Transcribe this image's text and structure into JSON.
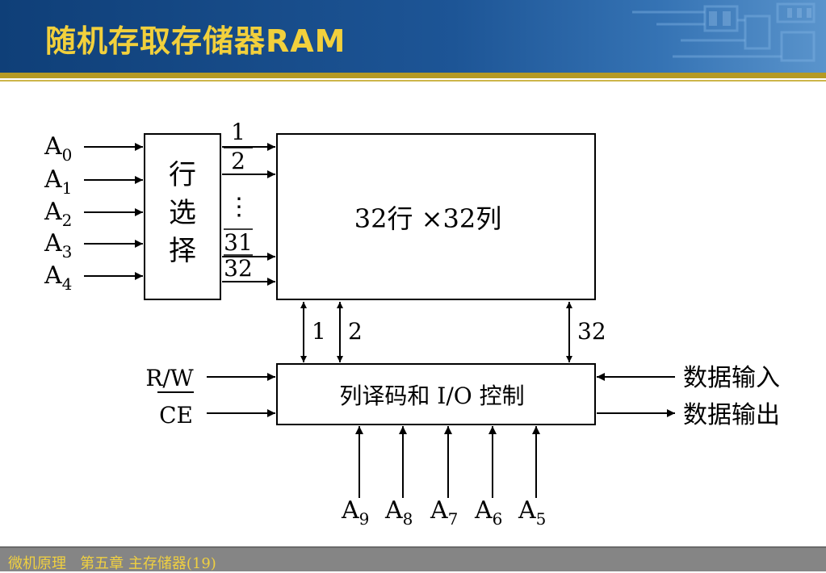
{
  "slide": {
    "title": "随机存取存储器RAM",
    "footer": "微机原理   第五章 主存储器(19)"
  },
  "diagram": {
    "row_address": [
      {
        "base": "A",
        "sub": "0"
      },
      {
        "base": "A",
        "sub": "1"
      },
      {
        "base": "A",
        "sub": "2"
      },
      {
        "base": "A",
        "sub": "3"
      },
      {
        "base": "A",
        "sub": "4"
      }
    ],
    "row_decoder_chars": [
      "行",
      "选",
      "择"
    ],
    "row_line_labels": [
      "1",
      "2",
      "⋮",
      "31",
      "32"
    ],
    "memory_array_label": "32行 ×32列",
    "column_line_labels": [
      "1",
      "2",
      "32"
    ],
    "column_unit_label": "列译码和 I/O 控制",
    "control_signals": {
      "rw": "R/W",
      "ce": "CE"
    },
    "data_in": "数据输入",
    "data_out": "数据输出",
    "column_address": [
      {
        "base": "A",
        "sub": "9"
      },
      {
        "base": "A",
        "sub": "8"
      },
      {
        "base": "A",
        "sub": "7"
      },
      {
        "base": "A",
        "sub": "6"
      },
      {
        "base": "A",
        "sub": "5"
      }
    ]
  }
}
